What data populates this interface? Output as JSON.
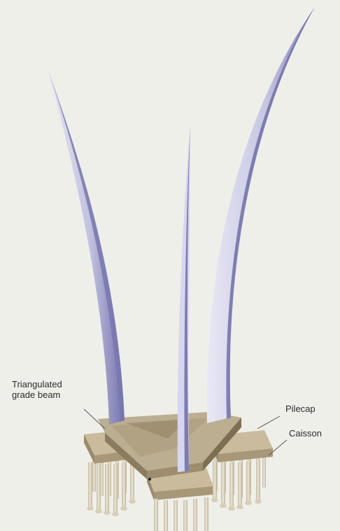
{
  "labels": {
    "grade_beam_line1": "Triangulated",
    "grade_beam_line2": "grade beam",
    "pilecap": "Pilecap",
    "caisson": "Caisson"
  },
  "colors": {
    "background": "#efefea",
    "arch_light": "#dcdcf0",
    "arch_mid": "#b4b4d8",
    "arch_dark": "#7a79b2",
    "concrete_top": "#b8a98d",
    "concrete_side": "#9a8a6c",
    "concrete_shadow": "#7a6a50",
    "pile": "#e3dcc9",
    "pile_shadow": "#bfb59c",
    "leader_line": "#555555"
  }
}
